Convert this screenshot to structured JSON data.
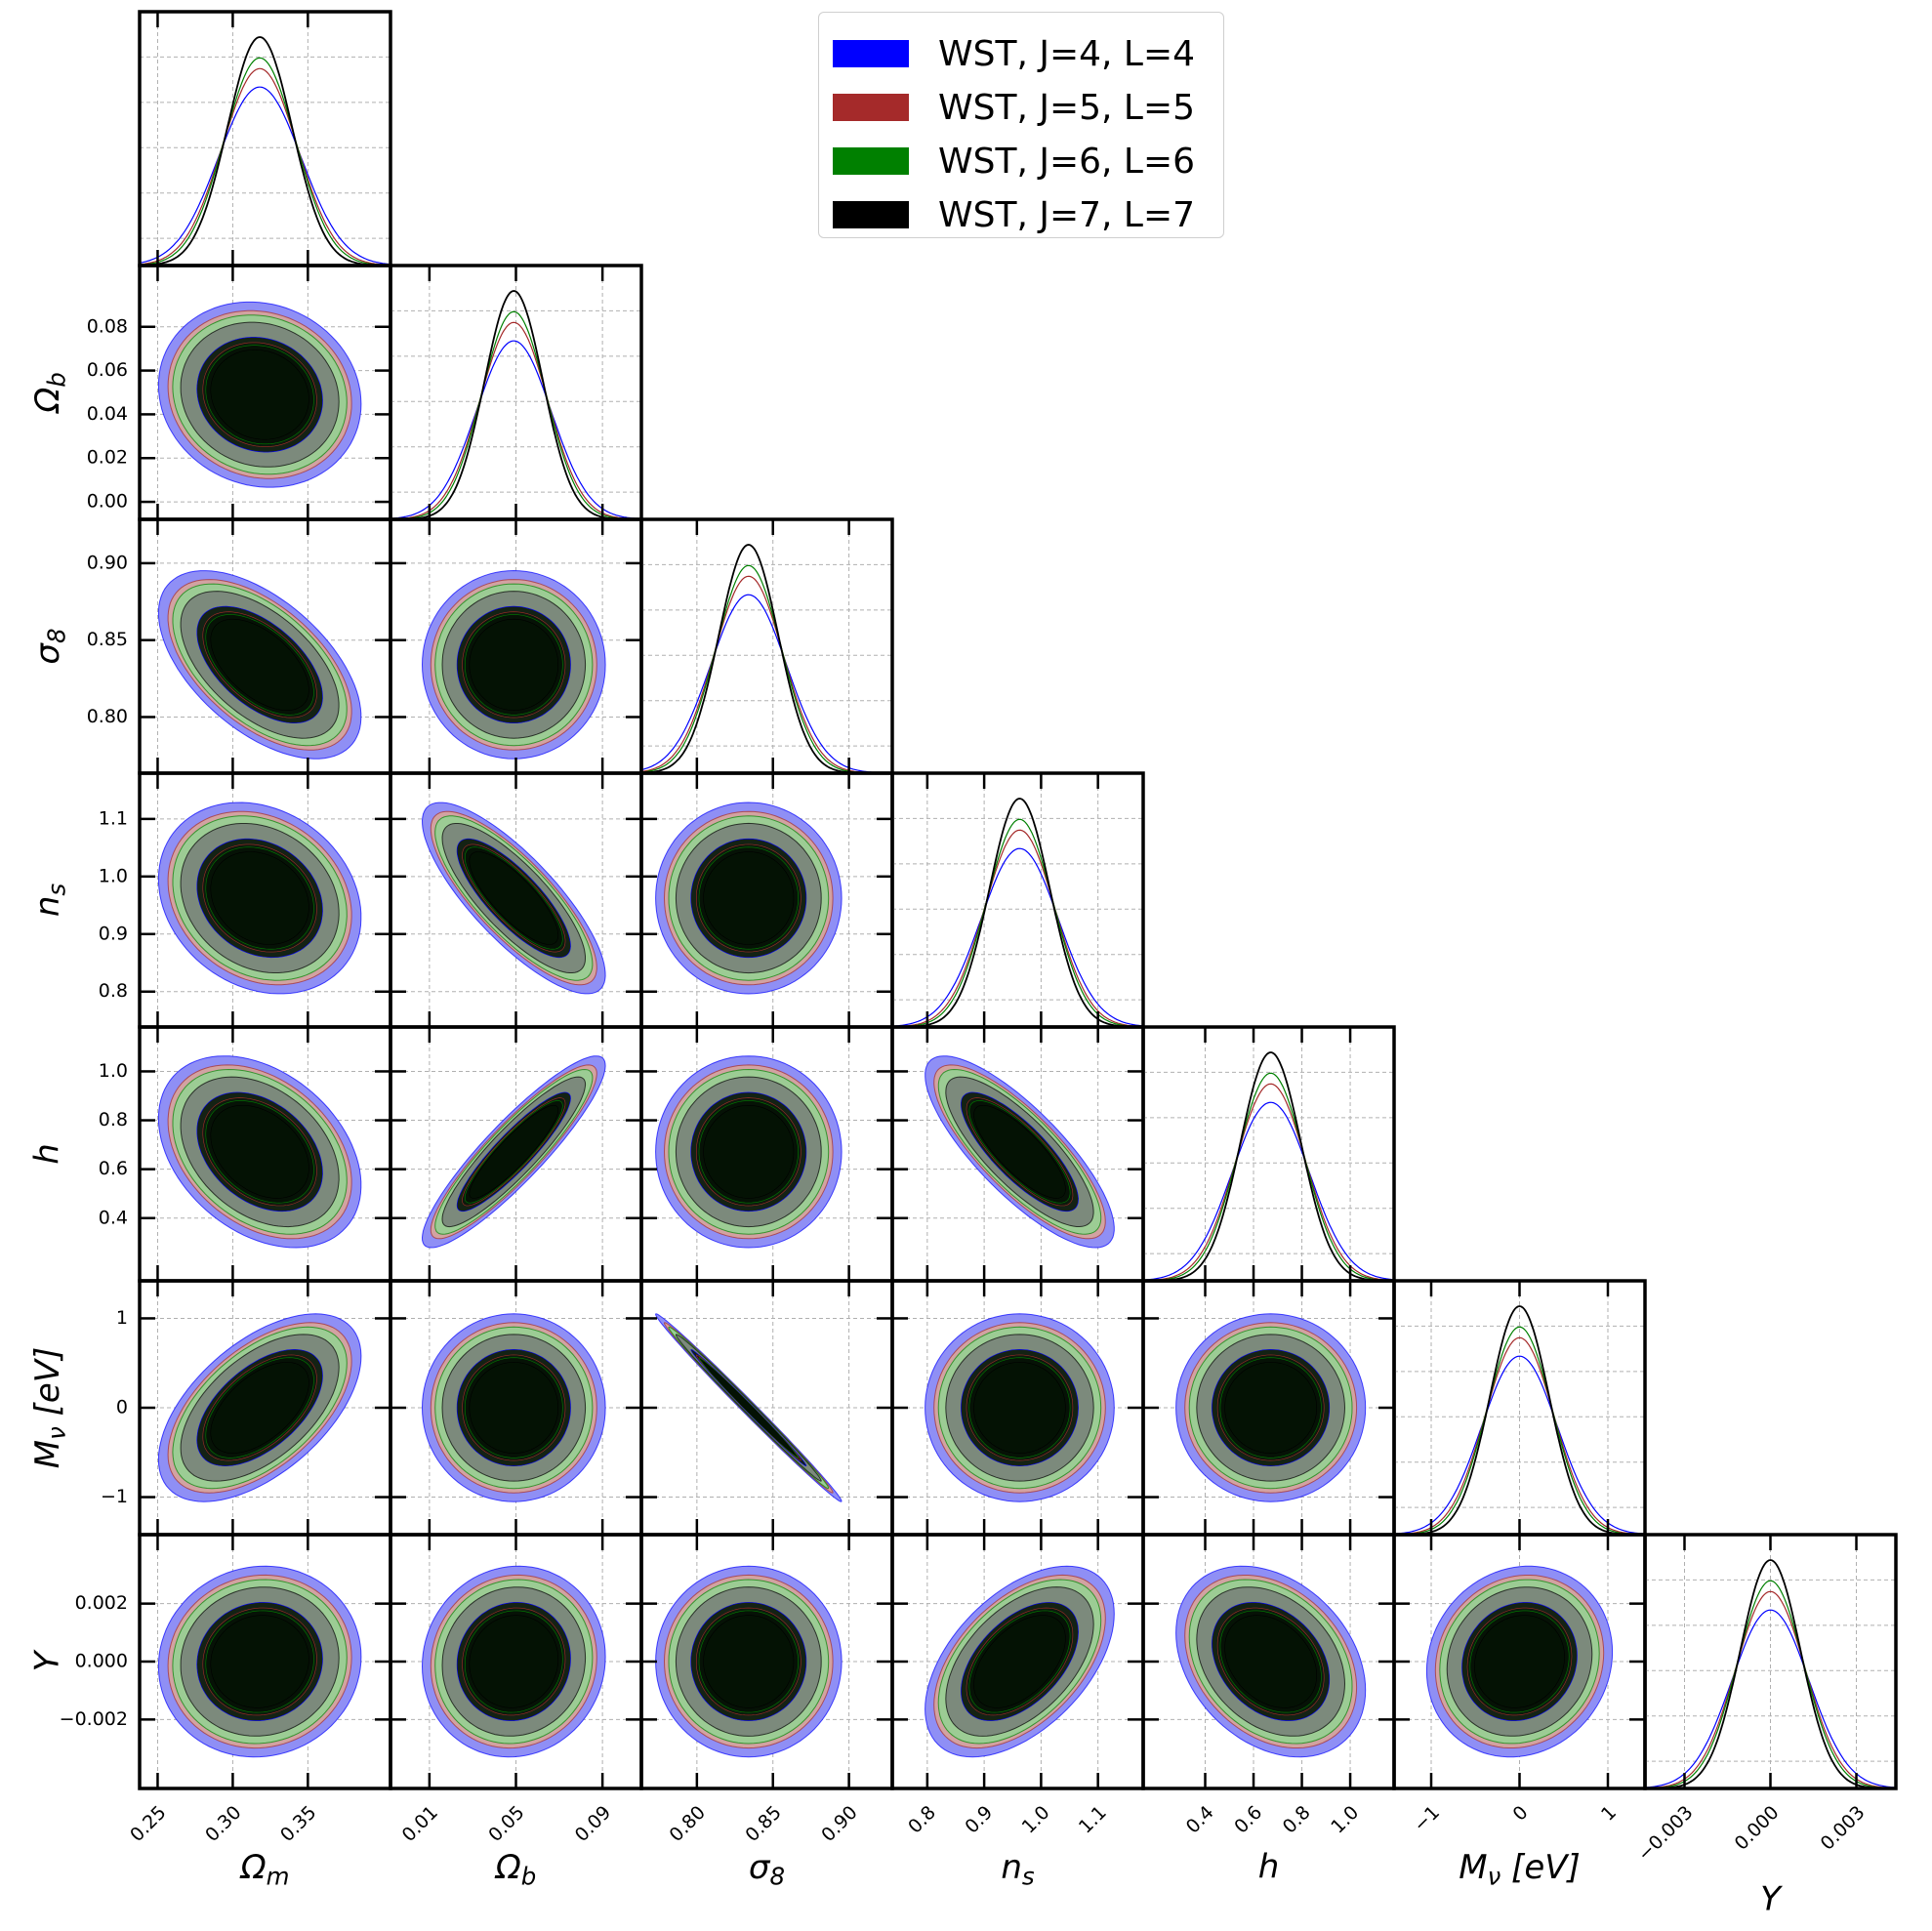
{
  "chart_data": {
    "type": "corner",
    "params": [
      {
        "key": "Om",
        "axis_label": "Ω_m",
        "range": [
          0.238,
          0.405
        ],
        "ticks": [
          0.25,
          0.3,
          0.35
        ],
        "tick_labels": [
          "0.25",
          "0.30",
          "0.35"
        ],
        "mean": 0.318,
        "sigma": 0.0215
      },
      {
        "key": "Ob",
        "axis_label": "Ω_b",
        "range": [
          -0.008,
          0.108
        ],
        "ticks": [
          0.01,
          0.05,
          0.09
        ],
        "tick_labels": [
          "0.01",
          "0.05",
          "0.09"
        ],
        "ylabel_ticks": [
          0.0,
          0.02,
          0.04,
          0.06,
          0.08
        ],
        "ylabel_tick_labels": [
          "0.00",
          "0.02",
          "0.04",
          "0.06",
          "0.08"
        ],
        "mean": 0.049,
        "sigma": 0.0135
      },
      {
        "key": "s8",
        "axis_label": "σ_8",
        "range": [
          0.7635,
          0.9285
        ],
        "ticks": [
          0.8,
          0.85,
          0.9
        ],
        "tick_labels": [
          "0.80",
          "0.85",
          "0.90"
        ],
        "mean": 0.834,
        "sigma": 0.0195
      },
      {
        "key": "ns",
        "axis_label": "n_s",
        "range": [
          0.7385,
          1.1795
        ],
        "ticks": [
          0.8,
          0.9,
          1.0,
          1.1
        ],
        "tick_labels": [
          "0.8",
          "0.9",
          "1.0",
          "1.1"
        ],
        "mean": 0.9624,
        "sigma": 0.053
      },
      {
        "key": "h",
        "axis_label": "h",
        "range": [
          0.1435,
          1.1815
        ],
        "ticks": [
          0.4,
          0.6,
          0.8,
          1.0
        ],
        "tick_labels": [
          "0.4",
          "0.6",
          "0.8",
          "1.0"
        ],
        "mean": 0.6711,
        "sigma": 0.125
      },
      {
        "key": "Mnu",
        "axis_label": "M_ν [eV]",
        "range": [
          -1.42,
          1.42
        ],
        "ticks": [
          -1,
          0,
          1
        ],
        "tick_labels": [
          "−1",
          "0",
          "1"
        ],
        "mean": 0.0,
        "sigma": 0.335
      },
      {
        "key": "Y",
        "axis_label": "Y",
        "range": [
          -0.00438,
          0.00438
        ],
        "ticks": [
          -0.003,
          0.0,
          0.003
        ],
        "tick_labels": [
          "−0.003",
          "0.000",
          "0.003"
        ],
        "ylabel_ticks": [
          -0.002,
          0.0,
          0.002
        ],
        "ylabel_tick_labels": [
          "−0.002",
          "0.000",
          "0.002"
        ],
        "mean": 0.0,
        "sigma": 0.00105
      }
    ],
    "correlations": {
      "Om-Ob": -0.1,
      "Om-s8": -0.55,
      "Om-ns": -0.2,
      "Om-h": -0.35,
      "Om-Mnu": 0.55,
      "Om-Y": 0.05,
      "Ob-s8": 0.0,
      "Ob-ns": -0.8,
      "Ob-h": 0.9,
      "Ob-Mnu": 0.0,
      "Ob-Y": 0.05,
      "s8-ns": 0.0,
      "s8-h": 0.0,
      "s8-Mnu": -0.995,
      "s8-Y": 0.0,
      "ns-h": -0.8,
      "ns-Mnu": 0.0,
      "ns-Y": 0.5,
      "h-Mnu": 0.0,
      "h-Y": -0.3,
      "Mnu-Y": 0.1
    },
    "series": [
      {
        "name": "WST, J=4, L=4",
        "color": "#0000ff",
        "width_scale": 1.28
      },
      {
        "name": "WST, J=5, L=5",
        "color": "#a52a2a",
        "width_scale": 1.16
      },
      {
        "name": "WST, J=6, L=6",
        "color": "#008000",
        "width_scale": 1.1
      },
      {
        "name": "WST, J=7, L=7",
        "color": "#000000",
        "width_scale": 1.0
      }
    ],
    "contour_levels": [
      "68%",
      "95%"
    ],
    "grid": true,
    "legend_position": "top-center"
  }
}
